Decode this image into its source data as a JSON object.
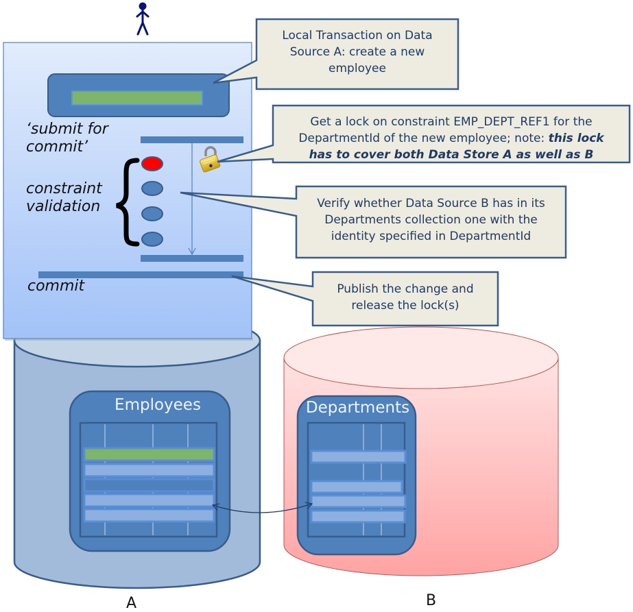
{
  "diagram": {
    "title": "Local transaction with cross-store constraint validation",
    "actor": {
      "icon": "person-icon"
    },
    "transaction_panel": {
      "submit_label": "‘submit for commit’",
      "submit_label_line1": "‘submit for",
      "submit_label_line2": "commit’",
      "validation_label_line1": "constraint",
      "validation_label_line2": "validation",
      "commit_label": "commit",
      "constraint_checks": [
        {
          "state": "locked",
          "color": "#ff0000"
        },
        {
          "state": "pending",
          "color": "#4f81bd"
        },
        {
          "state": "pending",
          "color": "#4f81bd"
        },
        {
          "state": "pending",
          "color": "#4f81bd"
        }
      ]
    },
    "callouts": [
      {
        "id": "local-transaction",
        "lines": [
          "Local Transaction on Data",
          "Source A: create a new",
          "employee"
        ]
      },
      {
        "id": "get-lock",
        "lines": [
          "Get a lock on constraint EMP_DEPT_REF1 for the",
          "DepartmentId of the new employee; note: "
        ],
        "emphasis_line2": "this lock",
        "emphasis_line3": "has to cover both Data Store A as well as B"
      },
      {
        "id": "verify",
        "lines": [
          "Verify whether Data Source B has in its",
          "Departments collection one with the",
          "identity specified in DepartmentId"
        ]
      },
      {
        "id": "publish",
        "lines": [
          "Publish the change and",
          "release the lock(s)"
        ]
      }
    ],
    "stores": [
      {
        "id": "A",
        "label": "A",
        "collection": "Employees",
        "color": "#a3bbdb",
        "rows": [
          {
            "state": "new",
            "color": "#7db66a"
          },
          {
            "state": "existing"
          },
          {
            "state": "existing"
          },
          {
            "state": "referenced"
          },
          {
            "state": "existing"
          }
        ]
      },
      {
        "id": "B",
        "label": "B",
        "collection": "Departments",
        "color": "#ffb3b3",
        "rows": [
          {
            "state": "existing"
          },
          {
            "state": "existing"
          },
          {
            "state": "referenced"
          },
          {
            "state": "existing"
          }
        ]
      }
    ],
    "colors": {
      "callout_fill": "#eeece1",
      "callout_border": "#385d8a",
      "panel_fill": "#c6d9f8",
      "primary_blue": "#4f81bd",
      "lock_gold": "#e8c020"
    }
  }
}
